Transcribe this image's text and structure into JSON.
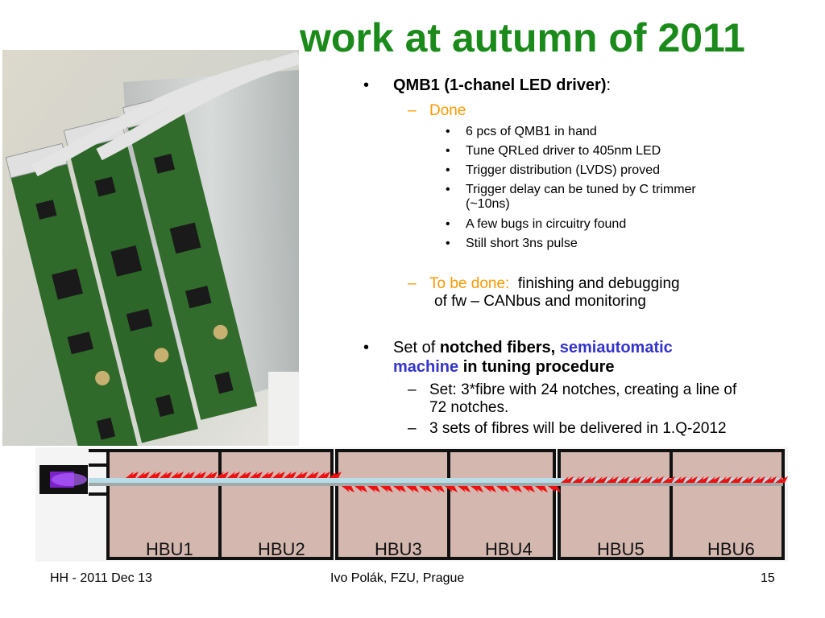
{
  "slide": {
    "title": "work at autumn of 2011",
    "bullets": {
      "qmb1_heading": "QMB1 (1-chanel LED driver)",
      "qmb1_colon": ":",
      "done_label": "Done",
      "done_items": [
        "6 pcs of QMB1 in hand",
        "Tune QRLed driver to 405nm LED",
        "Trigger distribution (LVDS) proved",
        "Trigger delay can be tuned by C trimmer",
        "(~10ns)",
        "A few bugs in circuitry found",
        "Still short 3ns pulse"
      ],
      "todo_label": "To be done:",
      "todo_text_1": "finishing and debugging",
      "todo_text_2": "of fw – CANbus and monitoring",
      "fibers_prefix": "Set of ",
      "fibers_bold": "notched fibers,",
      "fibers_blue_1": "semiautomatic",
      "fibers_blue_2": "machine",
      "fibers_suffix": " in tuning procedure",
      "sub_set_1": "Set: 3*fibre with 24 notches, creating a line of",
      "sub_set_2": "72 notches.",
      "sub_sets": "3 sets of fibres will be delivered in 1.Q-2012"
    },
    "hbu_labels": [
      "HBU1",
      "HBU2",
      "HBU3",
      "HBU4",
      "HBU5",
      "HBU6"
    ],
    "footer": {
      "left": "HH - 2011  Dec 13",
      "center": "Ivo Polák, FZU, Prague",
      "page": "15"
    },
    "colors": {
      "title": "#1a8a1a",
      "orange": "#ff9900",
      "blue": "#3333cc",
      "hbu_fill": "#d4b8b0",
      "notch_red": "#ee1111"
    }
  }
}
